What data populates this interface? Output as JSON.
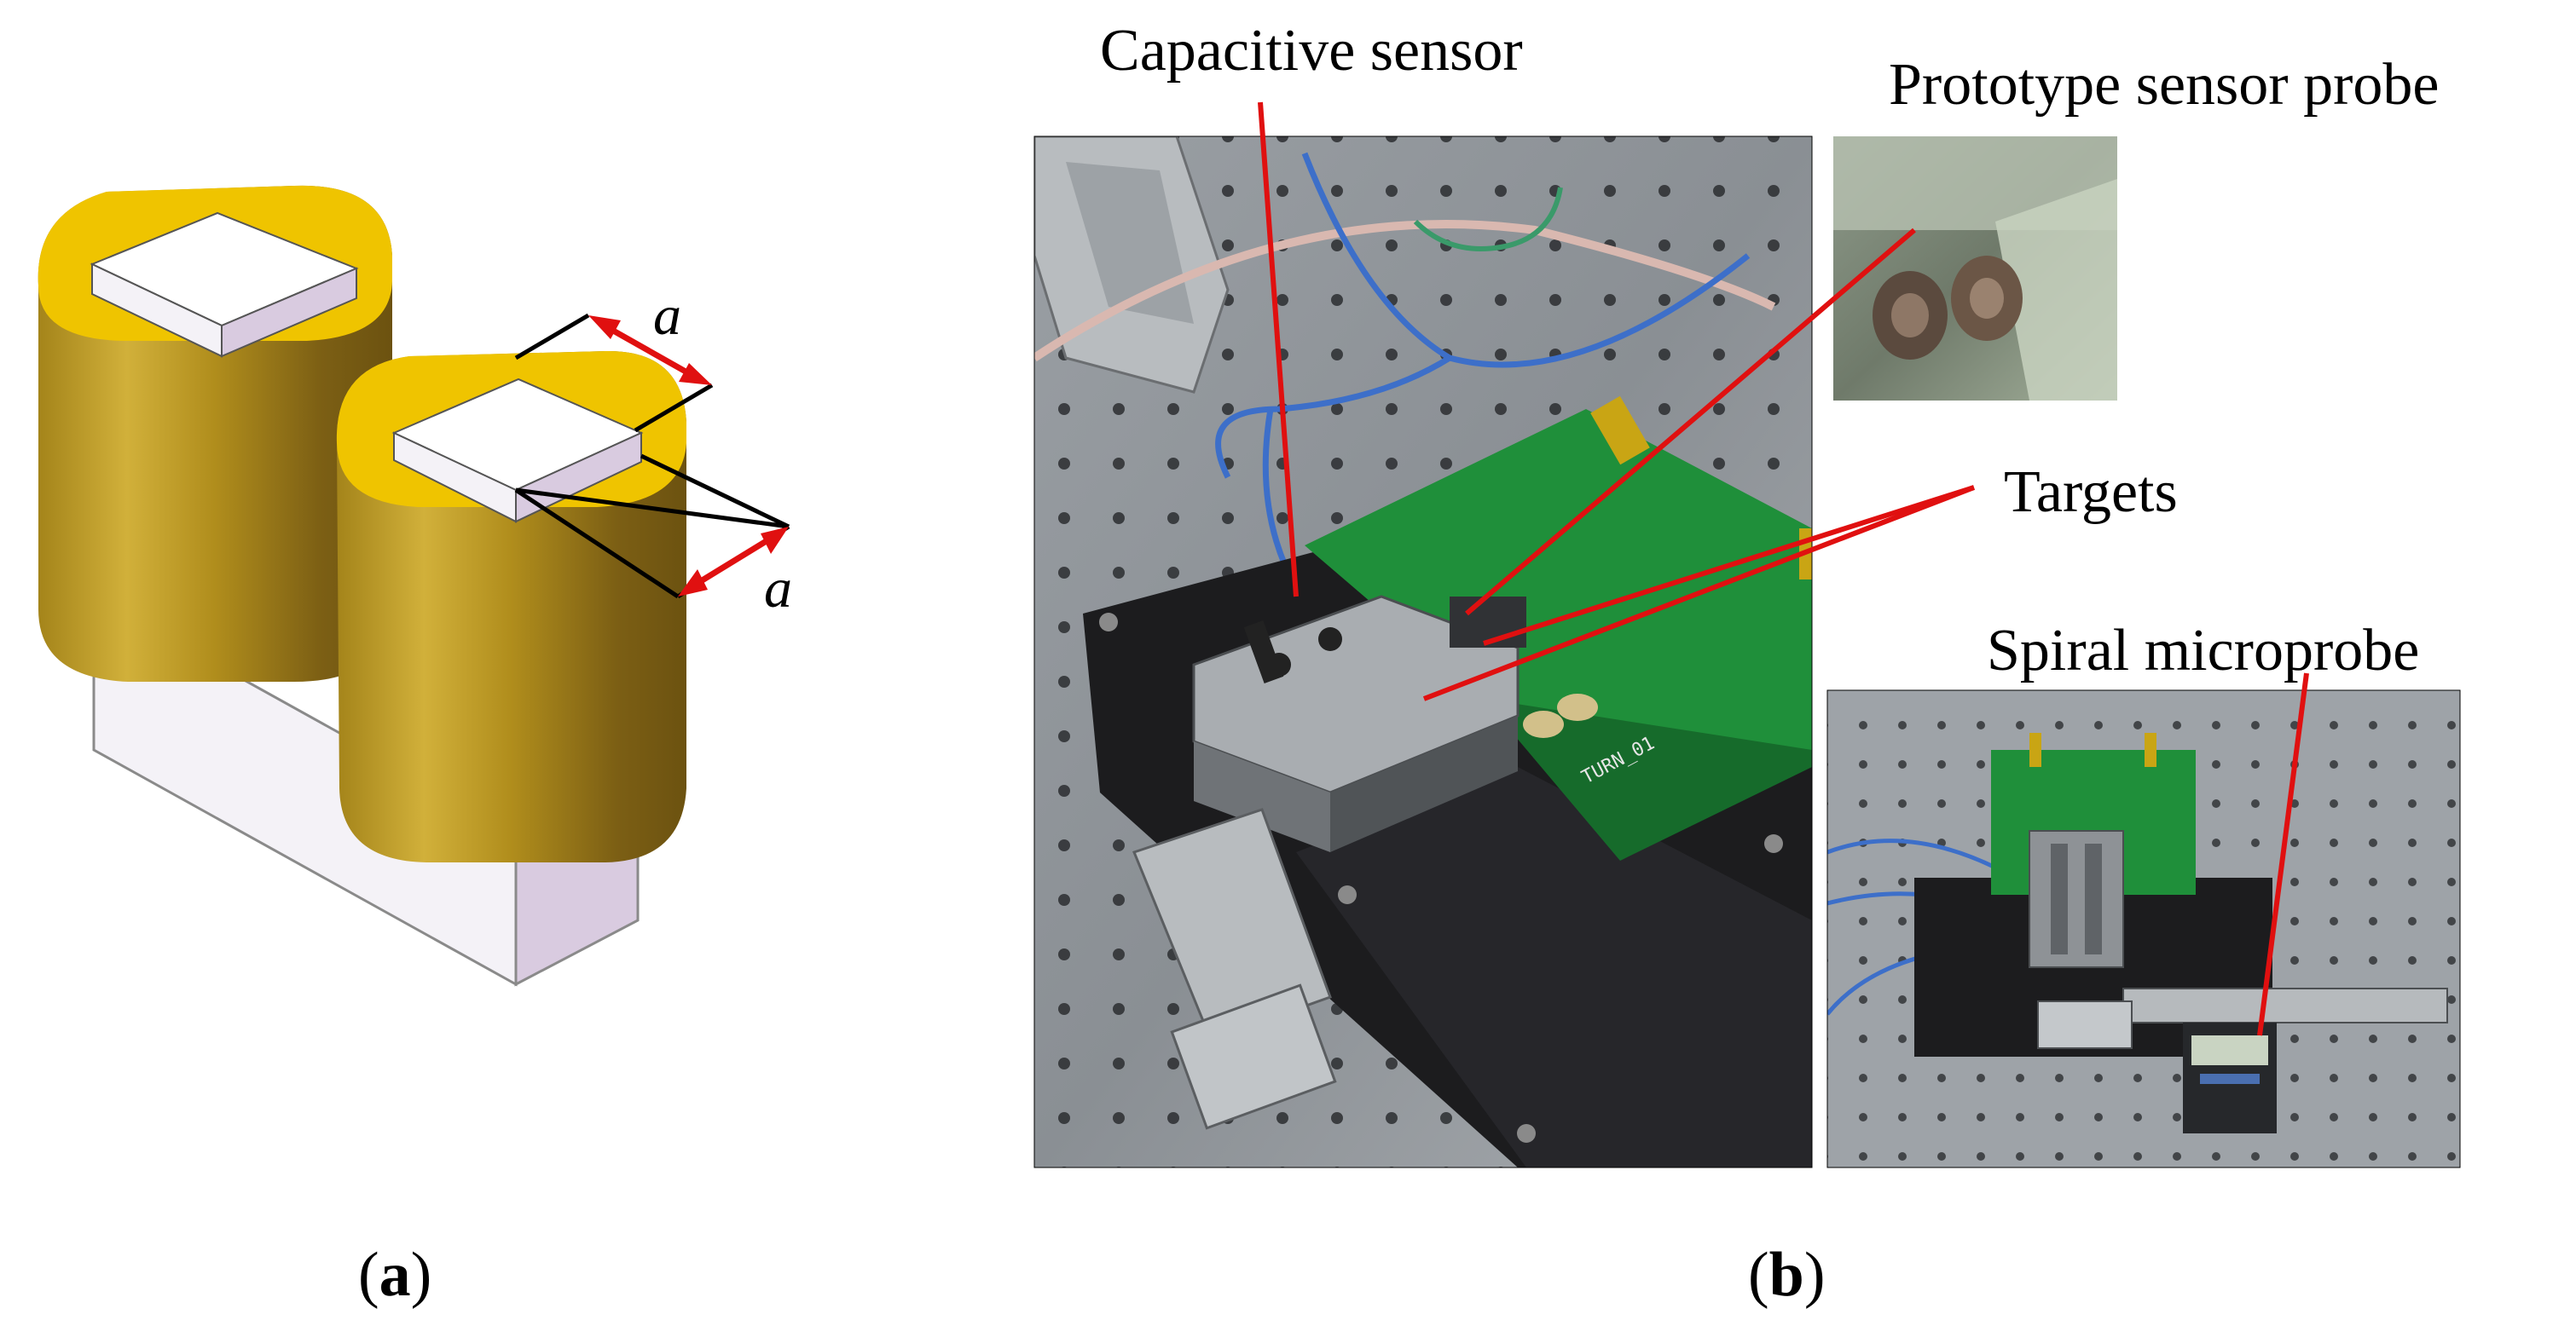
{
  "panel_a": {
    "dimension_top": "a",
    "dimension_side": "a",
    "label_open": "(",
    "label_letter": "a",
    "label_close": ")"
  },
  "panel_b": {
    "callouts": {
      "capacitive_sensor": "Capacitive sensor",
      "prototype_probe": "Prototype sensor  probe",
      "targets": "Targets",
      "spiral_microprobe": "Spiral microprobe"
    },
    "pcb_text": "TURN_01",
    "label_open": "(",
    "label_letter": "b",
    "label_close": ")"
  },
  "colors": {
    "coil_gold": "#c9a514",
    "coil_top": "#f0c800",
    "core_face": "#ffffff",
    "core_side": "#ddd0e4",
    "arrow_red": "#e01010",
    "pcb_green": "#1f8f3a",
    "optical_table": "#8f9499",
    "mount_black": "#1c1c1e"
  }
}
